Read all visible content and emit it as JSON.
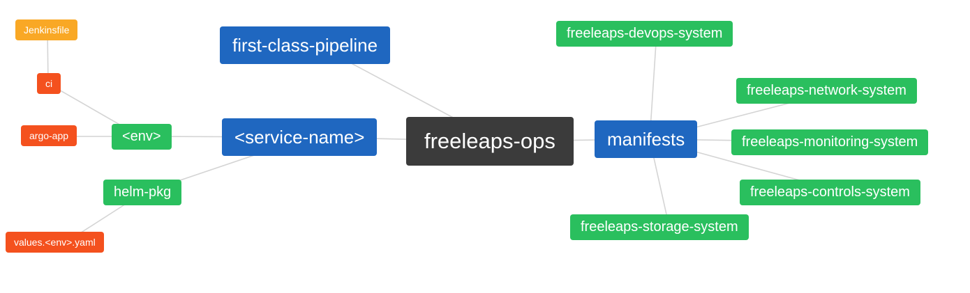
{
  "diagram": {
    "type": "mindmap",
    "root": "freeleaps-ops"
  },
  "nodes": {
    "jenkinsfile": {
      "label": "Jenkinsfile"
    },
    "ci": {
      "label": "ci"
    },
    "argo_app": {
      "label": "argo-app"
    },
    "env": {
      "label": "<env>"
    },
    "helm_pkg": {
      "label": "helm-pkg"
    },
    "values_env_yaml": {
      "label": "values.<env>.yaml"
    },
    "first_class_pipeline": {
      "label": "first-class-pipeline"
    },
    "service_name": {
      "label": "<service-name>"
    },
    "freeleaps_ops": {
      "label": "freeleaps-ops"
    },
    "manifests": {
      "label": "manifests"
    },
    "devops_system": {
      "label": "freeleaps-devops-system"
    },
    "network_system": {
      "label": "freeleaps-network-system"
    },
    "monitoring_system": {
      "label": "freeleaps-monitoring-system"
    },
    "controls_system": {
      "label": "freeleaps-controls-system"
    },
    "storage_system": {
      "label": "freeleaps-storage-system"
    }
  },
  "edges": [
    [
      "Jenkinsfile",
      "ci"
    ],
    [
      "ci",
      "<env>"
    ],
    [
      "argo-app",
      "<env>"
    ],
    [
      "<env>",
      "<service-name>"
    ],
    [
      "helm-pkg",
      "<service-name>"
    ],
    [
      "values.<env>.yaml",
      "helm-pkg"
    ],
    [
      "first-class-pipeline",
      "freeleaps-ops"
    ],
    [
      "<service-name>",
      "freeleaps-ops"
    ],
    [
      "freeleaps-ops",
      "manifests"
    ],
    [
      "manifests",
      "freeleaps-devops-system"
    ],
    [
      "manifests",
      "freeleaps-network-system"
    ],
    [
      "manifests",
      "freeleaps-monitoring-system"
    ],
    [
      "manifests",
      "freeleaps-controls-system"
    ],
    [
      "manifests",
      "freeleaps-storage-system"
    ]
  ],
  "colors": {
    "root_node": "#3b3b3b",
    "blue_node": "#1f67c0",
    "green_node": "#2abf5e",
    "orange_red_node": "#f4511e",
    "amber_node": "#f9a825",
    "edge_line": "#d4d4d4",
    "node_text": "#ffffff",
    "background": "#ffffff"
  }
}
